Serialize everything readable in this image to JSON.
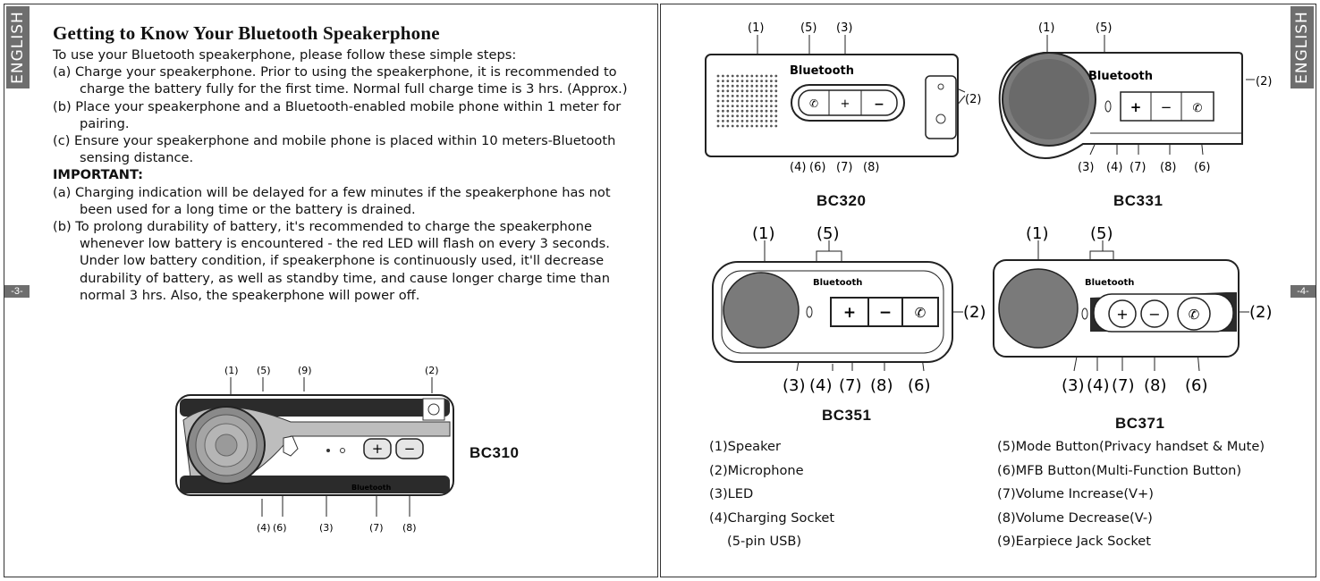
{
  "left_page": {
    "language_tab": "ENGLISH",
    "page_number": "-3-",
    "title": "Getting to Know Your Bluetooth Speakerphone",
    "intro": "To use your Bluetooth speakerphone, please follow these simple steps:",
    "steps": [
      "(a) Charge your speakerphone.  Prior to using the speakerphone, it is recommended to charge the battery fully for the first time.  Normal full charge time is 3 hrs. (Approx.)",
      "(b) Place your speakerphone and a Bluetooth-enabled mobile phone within 1 meter for pairing.",
      "(c) Ensure your speakerphone and mobile phone is placed within 10 meters-Bluetooth sensing distance."
    ],
    "important_heading": "IMPORTANT:",
    "important_items": [
      "(a) Charging indication will be delayed for a few minutes if the speakerphone has not been used for a long time or the battery is drained.",
      "(b) To prolong durability of battery, it's recommended to charge the speakerphone whenever low battery is encountered - the red LED will flash on every 3 seconds.  Under low battery condition, if speakerphone is continuously used, it'll decrease durability of battery, as well as standby time, and cause longer charge time than normal 3 hrs.  Also, the speakerphone will power off."
    ],
    "bc310": {
      "model": "BC310",
      "callouts_top": [
        "(1)",
        "(5)",
        "(9)",
        "(2)"
      ],
      "callouts_bottom": [
        "(4)",
        "(6)",
        "(3)",
        "(7)",
        "(8)"
      ],
      "logo": "Bluetooth"
    }
  },
  "right_page": {
    "language_tab": "ENGLISH",
    "page_number": "-4-",
    "bc320": {
      "model": "BC320",
      "logo": "Bluetooth",
      "callouts_top": [
        "(1)",
        "(5)",
        "(3)"
      ],
      "callout_side": "(2)",
      "callouts_bottom": [
        "(4)",
        "(6)",
        "(7)",
        "(8)"
      ]
    },
    "bc331": {
      "model": "BC331",
      "logo": "Bluetooth",
      "callouts_top": [
        "(1)",
        "(5)"
      ],
      "callout_side": "(2)",
      "callouts_bottom": [
        "(3)",
        "(4)",
        "(7)",
        "(8)",
        "(6)"
      ]
    },
    "bc351": {
      "model": "BC351",
      "logo": "Bluetooth",
      "callouts_top": [
        "(1)",
        "(5)"
      ],
      "callout_side": "(2)",
      "callouts_bottom": [
        "(3)",
        "(4)",
        "(7)",
        "(8)",
        "(6)"
      ]
    },
    "bc371": {
      "model": "BC371",
      "logo": "Bluetooth",
      "callouts_top": [
        "(1)",
        "(5)"
      ],
      "callout_side": "(2)",
      "callouts_bottom": [
        "(3)",
        "(4)",
        "(7)",
        "(8)",
        "(6)"
      ]
    },
    "legend_left": [
      "(1)Speaker",
      "(2)Microphone",
      "(3)LED",
      "(4)Charging Socket",
      "(5-pin USB)"
    ],
    "legend_right": [
      "(5)Mode Button(Privacy handset & Mute)",
      "(6)MFB Button(Multi-Function Button)",
      "(7)Volume Increase(V+)",
      "(8)Volume Decrease(V-)",
      "(9)Earpiece Jack Socket"
    ]
  }
}
